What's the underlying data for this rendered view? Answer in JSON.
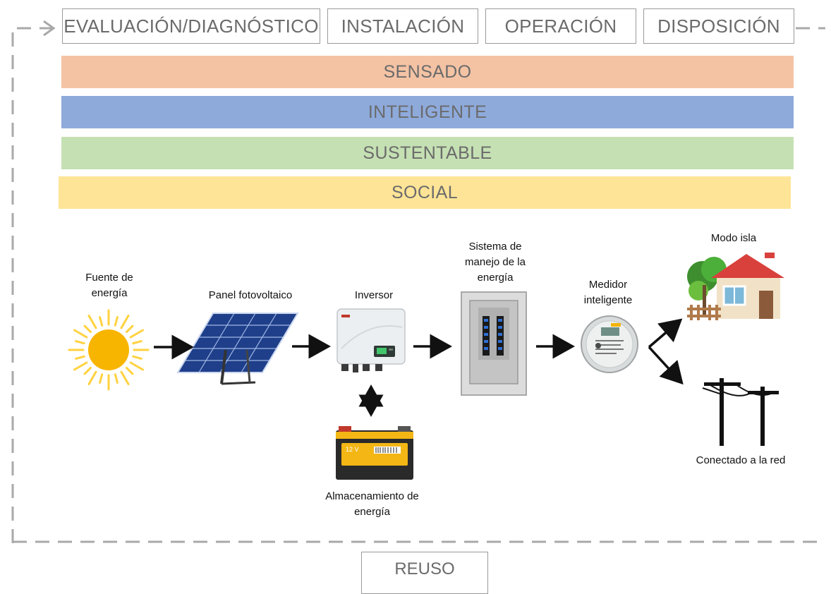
{
  "stages": [
    "EVALUACIÓN/DIAGNÓSTICO",
    "INSTALACIÓN",
    "OPERACIÓN",
    "DISPOSICIÓN"
  ],
  "bands": [
    {
      "label": "SENSADO",
      "color": "#f4c3a4"
    },
    {
      "label": "INTELIGENTE",
      "color": "#8eaadb"
    },
    {
      "label": "SUSTENTABLE",
      "color": "#c5e0b3"
    },
    {
      "label": "SOCIAL",
      "color": "#fde497"
    }
  ],
  "components": {
    "source": "Fuente de energía",
    "panel": "Panel fotovoltaico",
    "inverter": "Inversor",
    "ems": "Sistema de manejo de la energía",
    "meter": "Medidor inteligente",
    "island": "Modo isla",
    "grid": "Conectado a la red",
    "storage": "Almacenamiento de energía",
    "battery_text": "12 V"
  },
  "reuse": "REUSO"
}
